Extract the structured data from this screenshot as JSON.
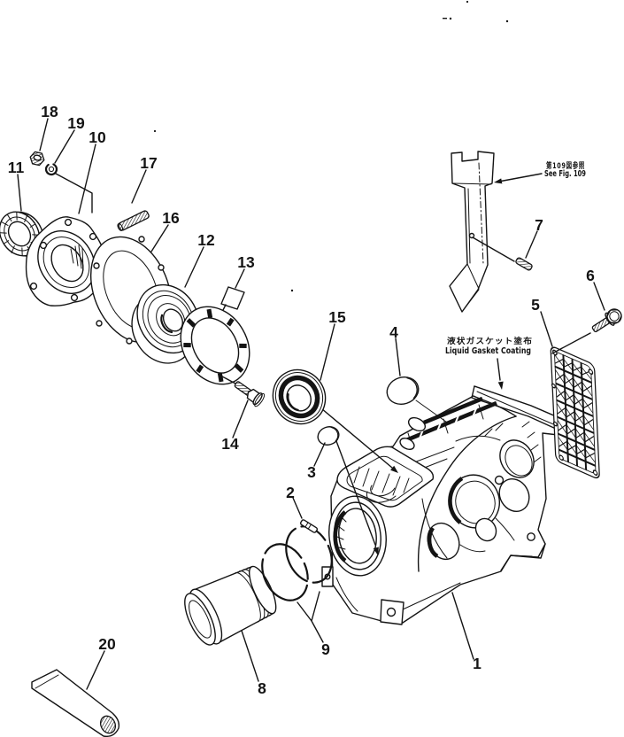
{
  "figure": {
    "kind": "exploded-parts-diagram",
    "paper_color": "#ffffff",
    "ink_color": "#141414"
  },
  "annotations": {
    "see_fig": {
      "jp": "第109図参照",
      "en": "See Fig. 109"
    },
    "liquid_gasket": {
      "jp": "液状ガスケット塗布",
      "en": "Liquid Gasket Coating"
    }
  },
  "part_labels": {
    "p1": "1",
    "p2": "2",
    "p3": "3",
    "p4": "4",
    "p5": "5",
    "p6": "6",
    "p7": "7",
    "p8": "8",
    "p9": "9",
    "p10": "10",
    "p11": "11",
    "p12": "12",
    "p13": "13",
    "p14": "14",
    "p15": "15",
    "p16": "16",
    "p17": "17",
    "p18": "18",
    "p19": "19",
    "p20": "20"
  }
}
